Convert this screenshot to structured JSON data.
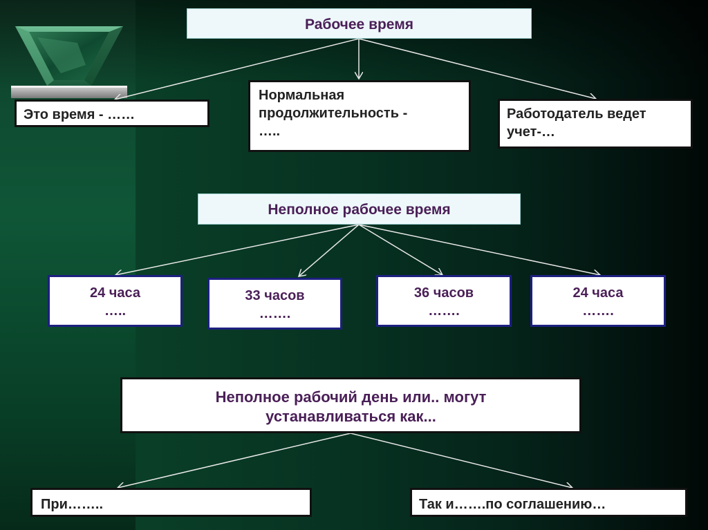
{
  "top": {
    "title": "Рабочее время"
  },
  "level1": [
    {
      "line1": "Это время - ……"
    },
    {
      "line1": "Нормальная",
      "line2": "продолжительность -",
      "line3": "….."
    },
    {
      "line1": "Работодатель ведет",
      "line2": "учет-…"
    }
  ],
  "middle": {
    "title": "Неполное рабочее время"
  },
  "hours": [
    {
      "value": "24 часа",
      "dots": "….."
    },
    {
      "value": "33 часов",
      "dots": "……."
    },
    {
      "value": "36 часов",
      "dots": "……."
    },
    {
      "value": "24 часа",
      "dots": "……."
    }
  ],
  "bottom": {
    "line1": "Неполное рабочий день или.. могут",
    "line2": "устанавливаться как..."
  },
  "leaves": [
    {
      "text": "При…….."
    },
    {
      "text": "Так и…….по соглашению…"
    }
  ],
  "colors": {
    "header_text": "#4a1f57",
    "box_border_navy": "#1d2080",
    "arrow": "#e8e8e8"
  }
}
